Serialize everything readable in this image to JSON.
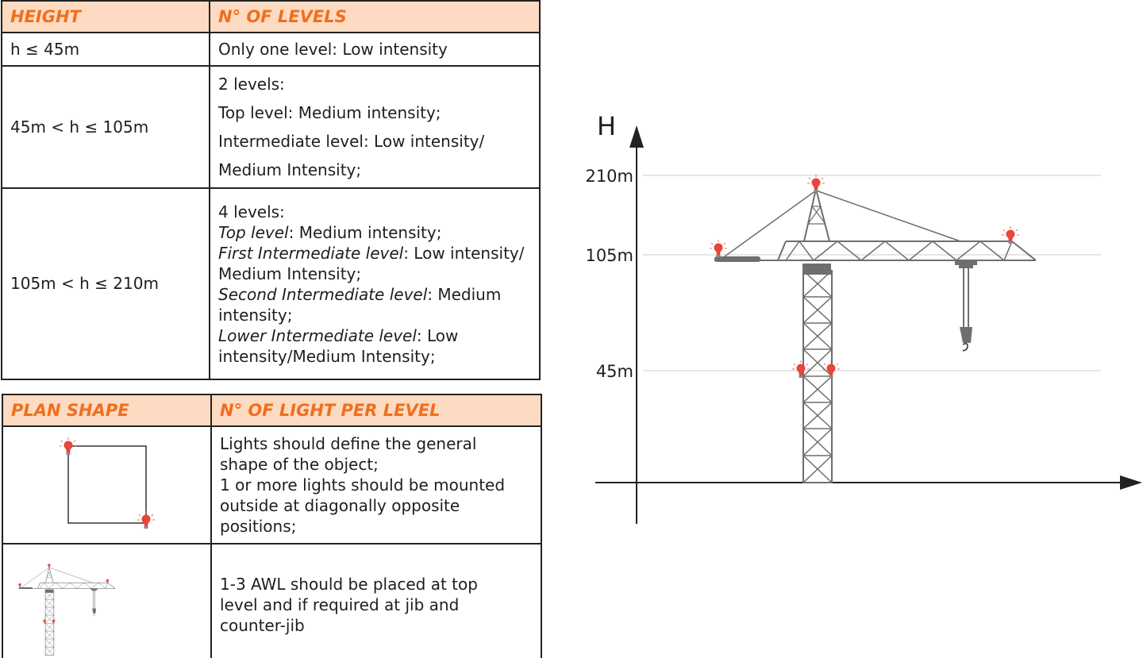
{
  "table_levels": {
    "headers": [
      "HEIGHT",
      "N° OF LEVELS"
    ],
    "rows": [
      {
        "height": "h ≤ 45m",
        "levels": [
          {
            "plain": "Only one level: Low intensity"
          }
        ]
      },
      {
        "height": "45m < h ≤ 105m",
        "levels": [
          {
            "plain": "2 levels:"
          },
          {
            "plain": "Top level: Medium intensity;"
          },
          {
            "plain": "Intermediate level: Low intensity/"
          },
          {
            "plain": "Medium Intensity;"
          }
        ]
      },
      {
        "height": "105m < h ≤ 210m",
        "levels": [
          {
            "plain": "4 levels:"
          },
          {
            "italic": "Top level",
            "plain": ": Medium intensity;"
          },
          {
            "italic": "First Intermediate level",
            "plain": ": Low intensity/"
          },
          {
            "plain": "Medium Intensity;"
          },
          {
            "italic": "Second Intermediate level",
            "plain": ": Medium"
          },
          {
            "plain": "intensity;"
          },
          {
            "italic": "Lower Intermediate level",
            "plain": ": Low"
          },
          {
            "plain": "intensity/Medium Intensity;"
          }
        ]
      }
    ]
  },
  "table_lights": {
    "headers": [
      "PLAN SHAPE",
      "N° OF LIGHT PER LEVEL"
    ],
    "rows": [
      {
        "shape_icon": "square-plan-icon",
        "text": [
          "Lights should define the general",
          "shape of the object;",
          "1 or more lights should be mounted",
          "outside at diagonally opposite",
          "positions;"
        ]
      },
      {
        "shape_icon": "tower-crane-icon",
        "text": [
          "1-3 AWL should be placed at top",
          "level and if required at jib and",
          "counter-jib"
        ]
      }
    ]
  },
  "diagram": {
    "axis_label": "H",
    "levels": [
      {
        "label": "210m",
        "value": 210
      },
      {
        "label": "105m",
        "value": 105
      },
      {
        "label": "45m",
        "value": 45
      }
    ],
    "icons": [
      "tower-crane-icon",
      "warning-light-icon"
    ],
    "colors": {
      "light": "#e8453c",
      "structure": "#6e6e6e",
      "grid": "#d8d8d8",
      "header_bg": "#fddbc2",
      "header_text": "#ef6f1e"
    }
  }
}
